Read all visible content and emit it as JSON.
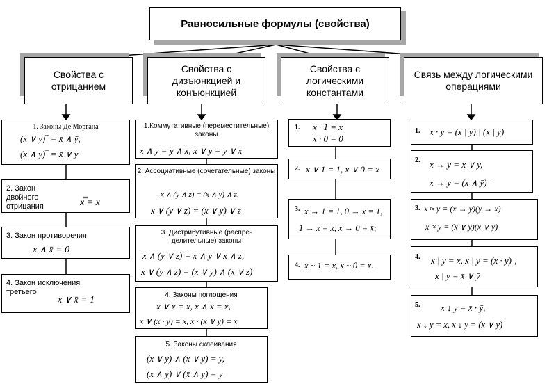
{
  "title": "Равносильные формулы (свойства)",
  "columns": [
    {
      "header": "Свойства с отрицанием",
      "items": [
        {
          "label": "1. Законы Де Моргана",
          "formulas": [
            "(x ∨ y)‾ = x̄ ∧ ȳ,",
            "(x ∧ y)‾ = x̄ ∨ ȳ"
          ]
        },
        {
          "label": "2. Закон двойного отрицания",
          "formulas": [
            "x̿ = x"
          ]
        },
        {
          "label": "3. Закон противоречия",
          "formulas": [
            "x ∧ x̄ = 0"
          ]
        },
        {
          "label": "4. Закон исключения третьего",
          "formulas": [
            "x ∨ x̄ = 1"
          ]
        }
      ]
    },
    {
      "header": "Свойства с дизъюнкцией и конъюнкцией",
      "items": [
        {
          "label": "1.Коммутативные (переместительные) законы",
          "formulas": [
            "x ∧ y = y ∧ x,    x ∨ y = y ∨ x"
          ]
        },
        {
          "label": "2. Ассоциативные (сочетательные) законы",
          "formulas": [
            "x ∧ (y ∧ z) = (x ∧ y) ∧ z,",
            "x ∨ (y ∨ z) = (x ∨ y) ∨ z"
          ]
        },
        {
          "label": "3. Дистрибутивные (распре-делительные) законы",
          "formulas": [
            "x ∧ (y ∨ z) = x ∧ y ∨ x ∧ z,",
            "x ∨ (y ∧ z) = (x ∨ y) ∧ (x ∨ z)"
          ]
        },
        {
          "label": "4. Законы поглощения",
          "formulas": [
            "x ∨ x = x,  x ∧ x = x,",
            "x ∨ (x · y) = x,  x · (x ∨ y) = x"
          ]
        },
        {
          "label": "5. Законы склеивания",
          "formulas": [
            "(x ∨ y) ∧ (x̄ ∨ y) = y,",
            "(x ∧ y) ∨ (x̄ ∧ y) = y"
          ]
        }
      ]
    },
    {
      "header": "Свойства с логическими константами",
      "items": [
        {
          "num": "1.",
          "formulas": [
            "x · 1 = x",
            "x · 0 = 0"
          ]
        },
        {
          "num": "2.",
          "formulas": [
            "x ∨ 1 = 1,  x ∨ 0 = x"
          ]
        },
        {
          "num": "3.",
          "formulas": [
            "x → 1 = 1,  0 → x = 1,",
            "1 → x = x,  x → 0 = x̄;"
          ]
        },
        {
          "num": "4.",
          "formulas": [
            "x ~ 1 = x,  x ~ 0 = x̄."
          ]
        }
      ]
    },
    {
      "header": "Связь между логическими операциями",
      "items": [
        {
          "num": "1.",
          "formulas": [
            "x · y = (x | y) | (x | y)"
          ]
        },
        {
          "num": "2.",
          "formulas": [
            "x → y = x̄ ∨ y,",
            "x → y = (x ∧ ȳ)‾"
          ]
        },
        {
          "num": "3.",
          "formulas": [
            "x ≈ y = (x → y)(y → x)",
            "x ≈ y = (x̄ ∨ y)(x ∨ ȳ)"
          ]
        },
        {
          "num": "4.",
          "formulas": [
            "x | y = x̄, x | y = (x · y)‾,",
            "x | y = x̄ ∨ ȳ"
          ]
        },
        {
          "num": "5.",
          "formulas": [
            "x ↓ y = x̄ · ȳ,",
            "x ↓ y = x̄, x ↓ y = (x ∨ y)‾"
          ]
        }
      ]
    }
  ]
}
